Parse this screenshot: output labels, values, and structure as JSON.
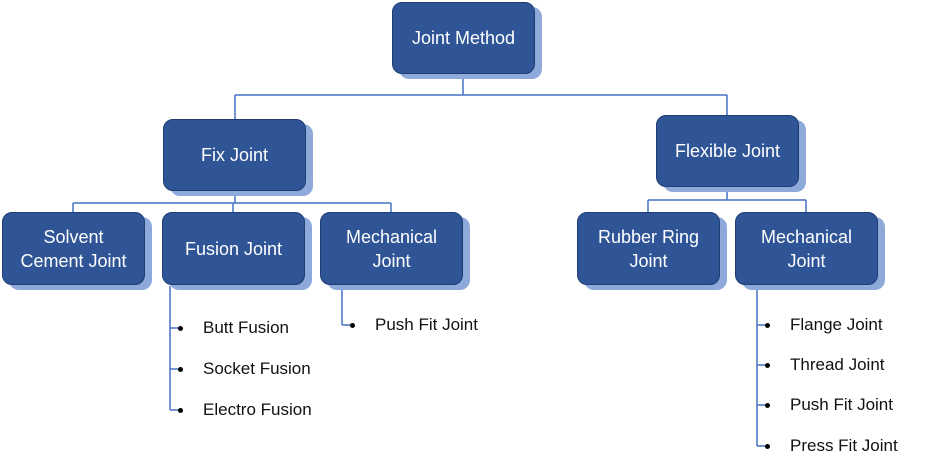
{
  "root": {
    "label": "Joint Method"
  },
  "fix": {
    "label": "Fix Joint",
    "children": {
      "solvent": {
        "label": "Solvent Cement Joint"
      },
      "fusion": {
        "label": "Fusion Joint",
        "items": [
          "Butt Fusion",
          "Socket Fusion",
          "Electro Fusion"
        ]
      },
      "mechanical": {
        "label": "Mechanical Joint",
        "items": [
          "Push Fit Joint"
        ]
      }
    }
  },
  "flexible": {
    "label": "Flexible Joint",
    "children": {
      "rubber": {
        "label": "Rubber Ring Joint"
      },
      "mechanical": {
        "label": "Mechanical Joint",
        "items": [
          "Flange Joint",
          "Thread Joint",
          "Push Fit Joint",
          "Press Fit Joint"
        ]
      }
    }
  },
  "colors": {
    "box": "#2f5597",
    "shadow": "#8eaadb",
    "line": "#4472c4",
    "text": "#ffffff"
  }
}
